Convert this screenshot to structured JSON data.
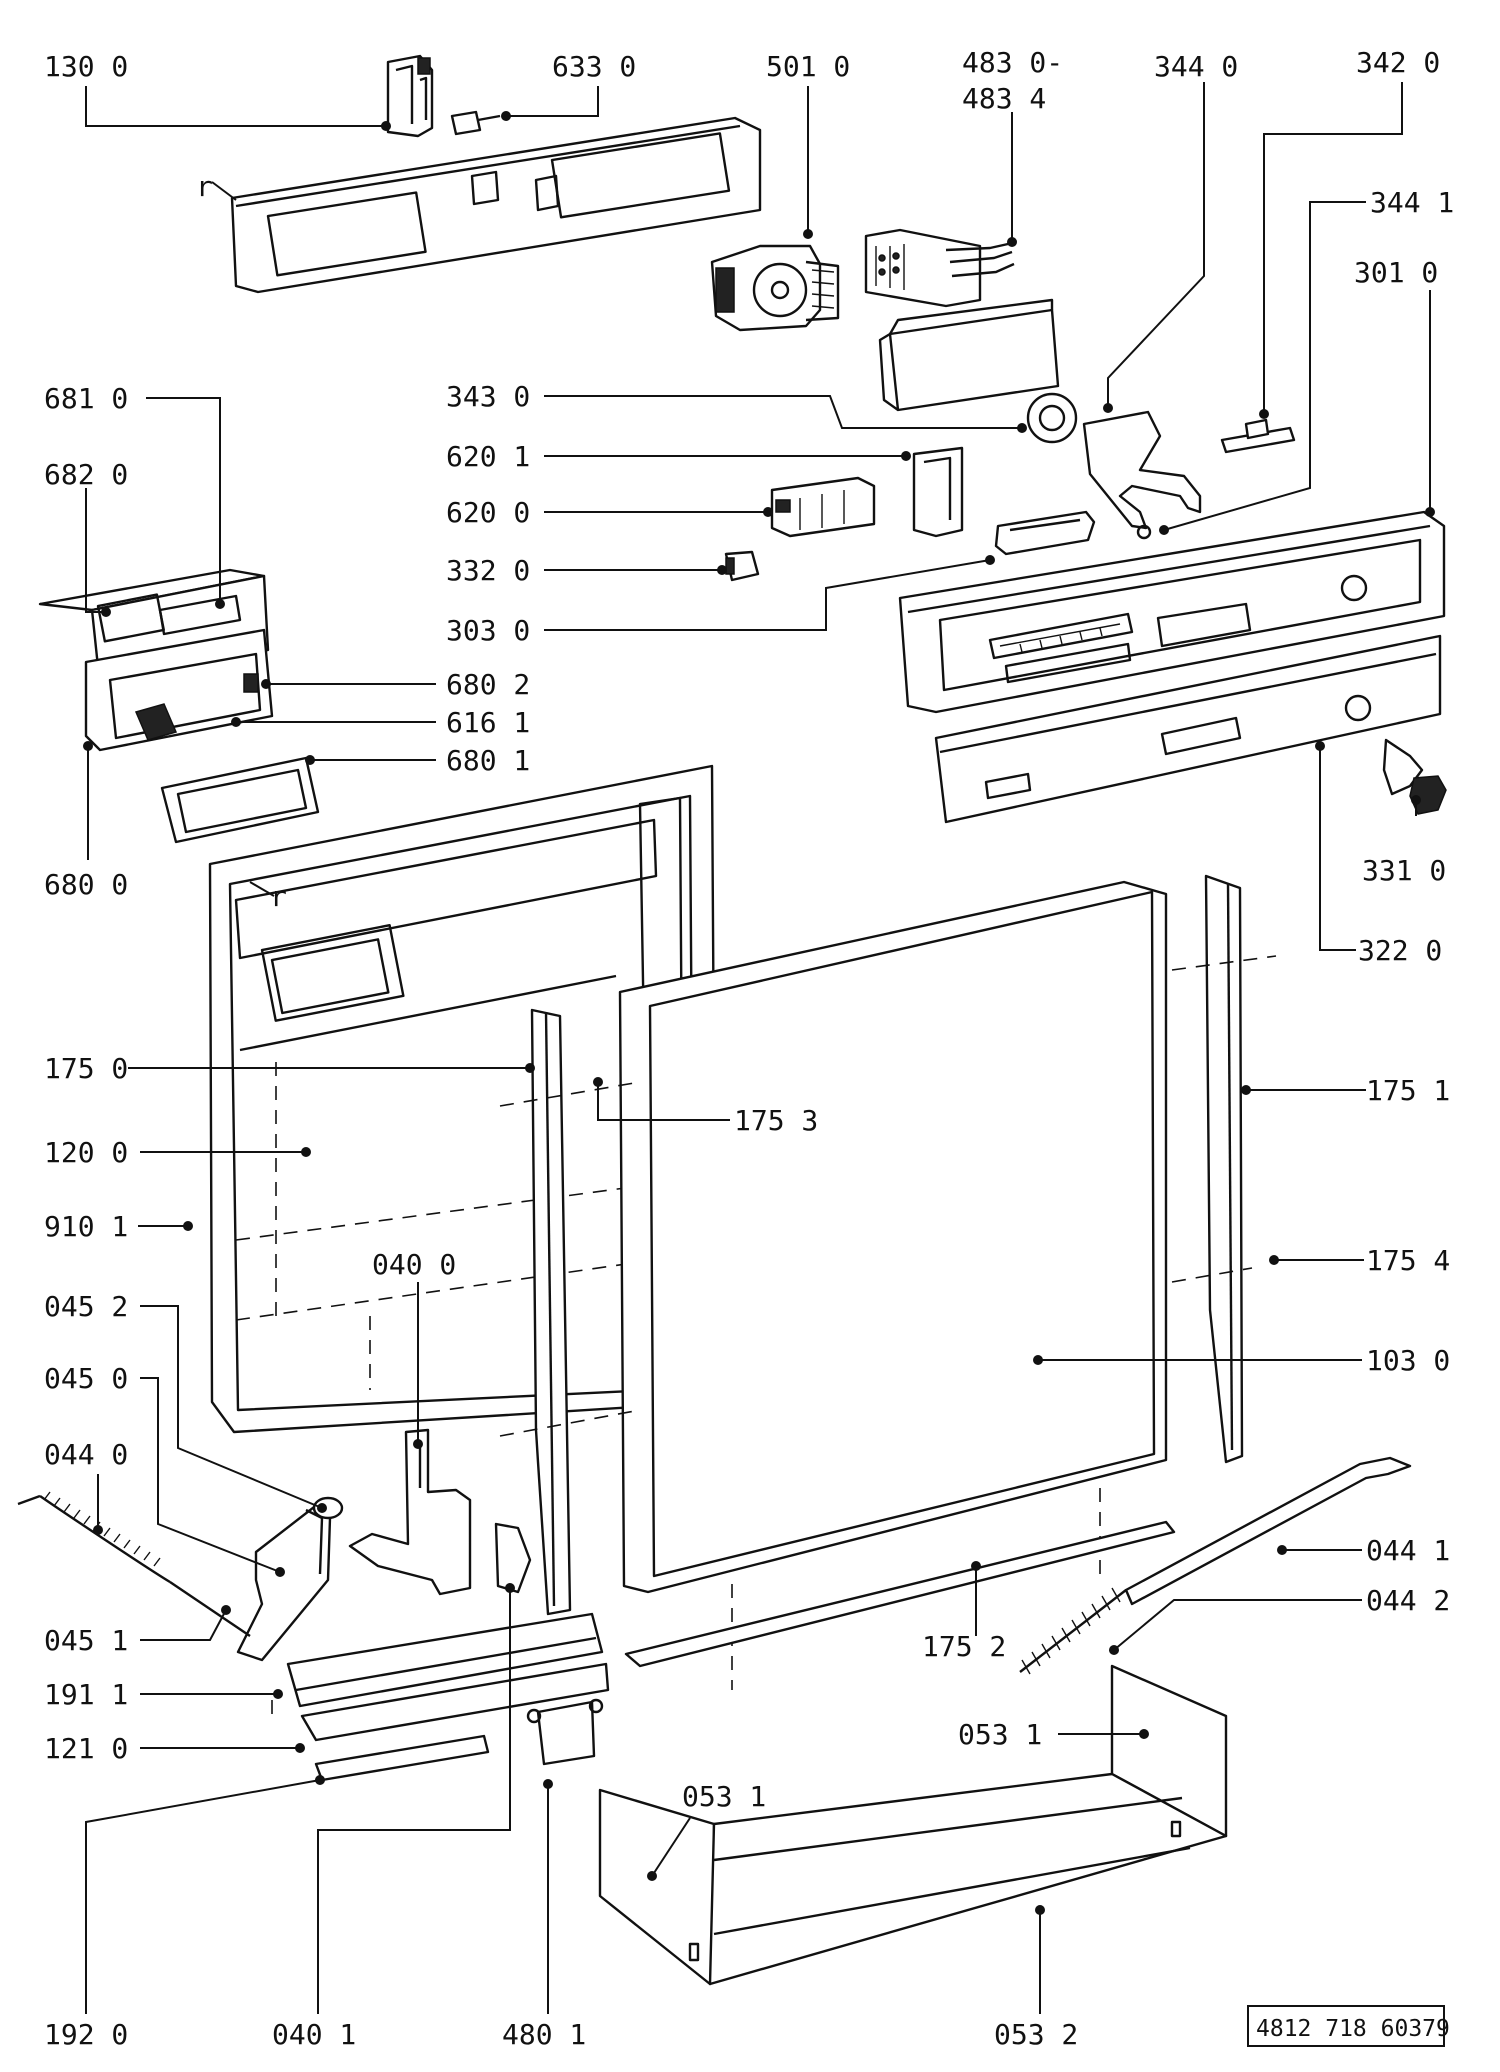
{
  "labels": {
    "l1300": "130 0",
    "l6330": "633 0",
    "l5010": "501 0",
    "l4830a": "483 0-",
    "l4834": "483 4",
    "l3440": "344 0",
    "l3420": "342 0",
    "l3441": "344 1",
    "l3010": "301 0",
    "l6810": "681 0",
    "l6820": "682 0",
    "l3430": "343 0",
    "l6201": "620 1",
    "l6200": "620 0",
    "l3320": "332 0",
    "l3030": "303 0",
    "l6802": "680 2",
    "l6161": "616 1",
    "l6801": "680 1",
    "l6800": "680 0",
    "l3310": "331 0",
    "l3220": "322 0",
    "l1750": "175 0",
    "l1753": "175 3",
    "l1751": "175 1",
    "l1200": "120 0",
    "l9101": "910 1",
    "l0400": "040 0",
    "l1754": "175 4",
    "l0452": "045 2",
    "l1030": "103 0",
    "l0450": "045 0",
    "l0440": "044 0",
    "l0441": "044 1",
    "l0442": "044 2",
    "l0451": "045 1",
    "l1752": "175 2",
    "l1911": "191 1",
    "l0531a": "053 1",
    "l1210": "121 0",
    "l0531b": "053 1",
    "l1920": "192 0",
    "l0401": "040 1",
    "l4801": "480 1",
    "l0532": "053 2",
    "r1": "r",
    "r2": "r"
  },
  "document_number": "4812 718 60379"
}
